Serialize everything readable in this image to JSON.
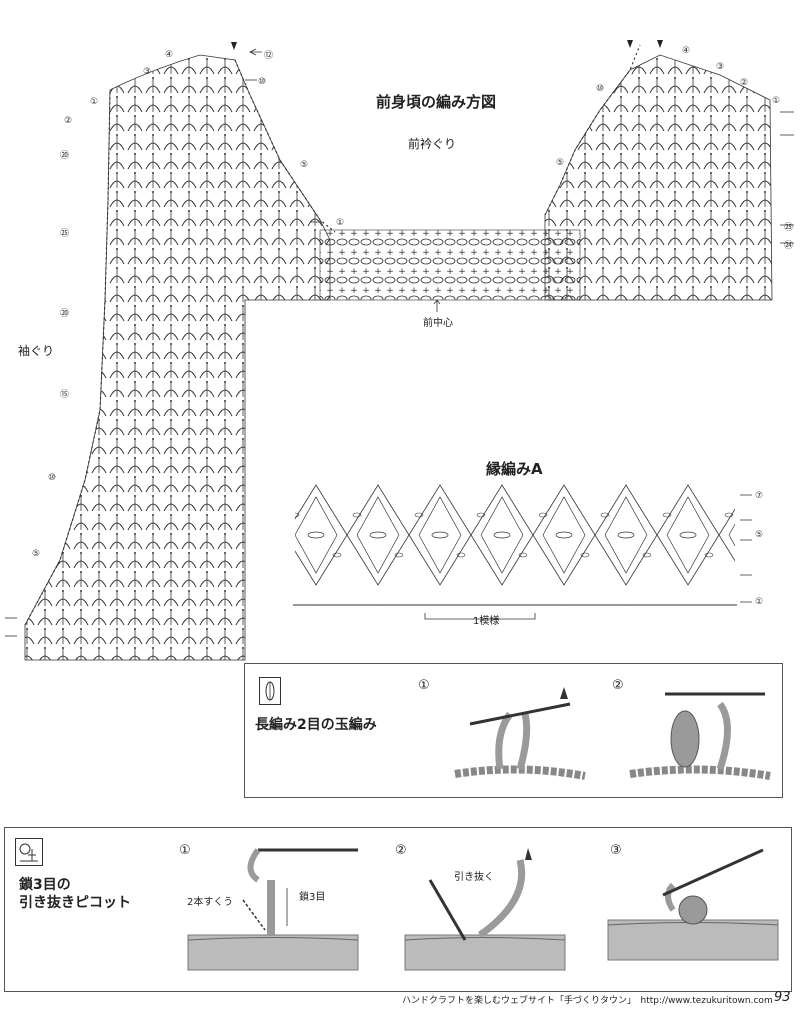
{
  "front_body": {
    "title": "前身頃の編み方図",
    "neckline_label": "前衿ぐり",
    "armhole_label": "袖ぐり",
    "center_front_label": "前中心",
    "left_row_markers": [
      "④",
      "③",
      "①",
      "②",
      "⑳",
      "㉕",
      "⑳",
      "⑮",
      "⑩",
      "⑤"
    ],
    "left_top_markers": [
      "⑫",
      "⑩",
      "⑤",
      "①"
    ],
    "right_row_markers": [
      "④",
      "③",
      "②",
      "①",
      "⑩",
      "⑤"
    ],
    "right_side_markers": [
      "㉕",
      "㉔"
    ]
  },
  "edging_a": {
    "title": "縁編みA",
    "repeat_label": "1模様",
    "row_markers": [
      "⑦",
      "⑤",
      "①"
    ]
  },
  "box1": {
    "stitch_name": "長編み2目の玉編み",
    "steps": [
      "①",
      "②"
    ]
  },
  "box2": {
    "stitch_name_line1": "鎖3目の",
    "stitch_name_line2": "引き抜きピコット",
    "steps": [
      "①",
      "②",
      "③"
    ],
    "label_two_strands": "2本すくう",
    "label_chain3": "鎖3目",
    "label_slip": "引き抜く"
  },
  "footer": {
    "text": "ハンドクラフトを楽しむウェブサイト「手づくりタウン」　http://www.tezukuritown.com",
    "page_number": "93"
  },
  "colors": {
    "ink": "#333333",
    "yarn": "#9a9a9a",
    "border": "#555555"
  }
}
